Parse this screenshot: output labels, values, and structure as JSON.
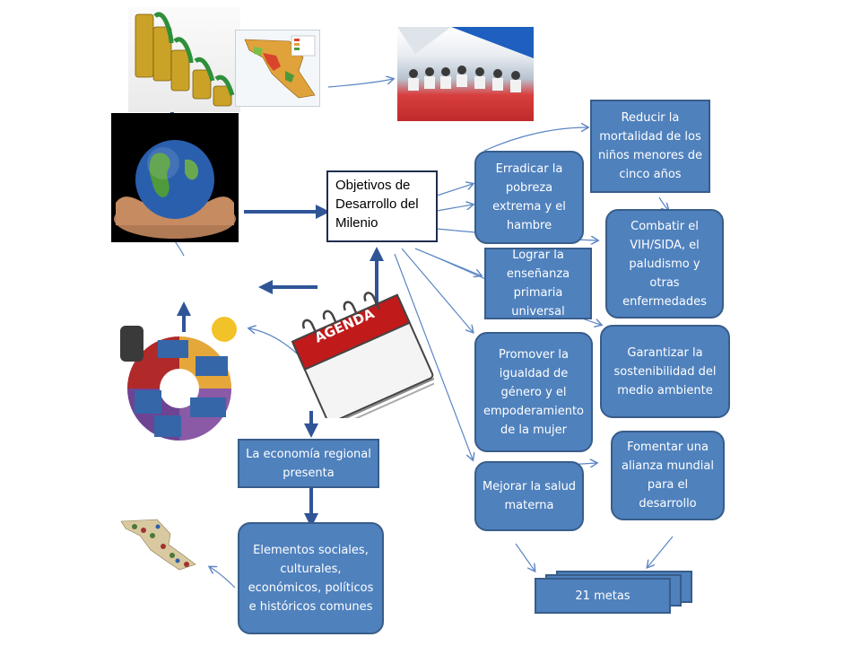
{
  "central": "Objetivos de Desarrollo del Milenio",
  "goals": {
    "g1": "Erradicar la pobreza extrema y el hambre",
    "g2": "Lograr la enseñanza primaria universal",
    "g3": "Promover la igualdad de género y el empoderamiento de la mujer",
    "g4": "Reducir la mortalidad de los niños menores de cinco años",
    "g5": "Mejorar la salud materna",
    "g6": "Combatir el VIH/SIDA, el paludismo y otras enfermedades",
    "g7": "Garantizar la sostenibilidad del medio ambiente",
    "g8": "Fomentar una alianza mundial para el desarrollo"
  },
  "metas": "21 metas",
  "economy": "La economía regional presenta",
  "elements": "Elementos sociales, culturales, económicos, políticos e históricos comunes",
  "agenda_label": "AGENDA",
  "colors": {
    "node_fill": "#4f81bd",
    "node_border": "#385d8a",
    "arrow": "#2f5597",
    "thin_arrow": "#5b86c4"
  }
}
